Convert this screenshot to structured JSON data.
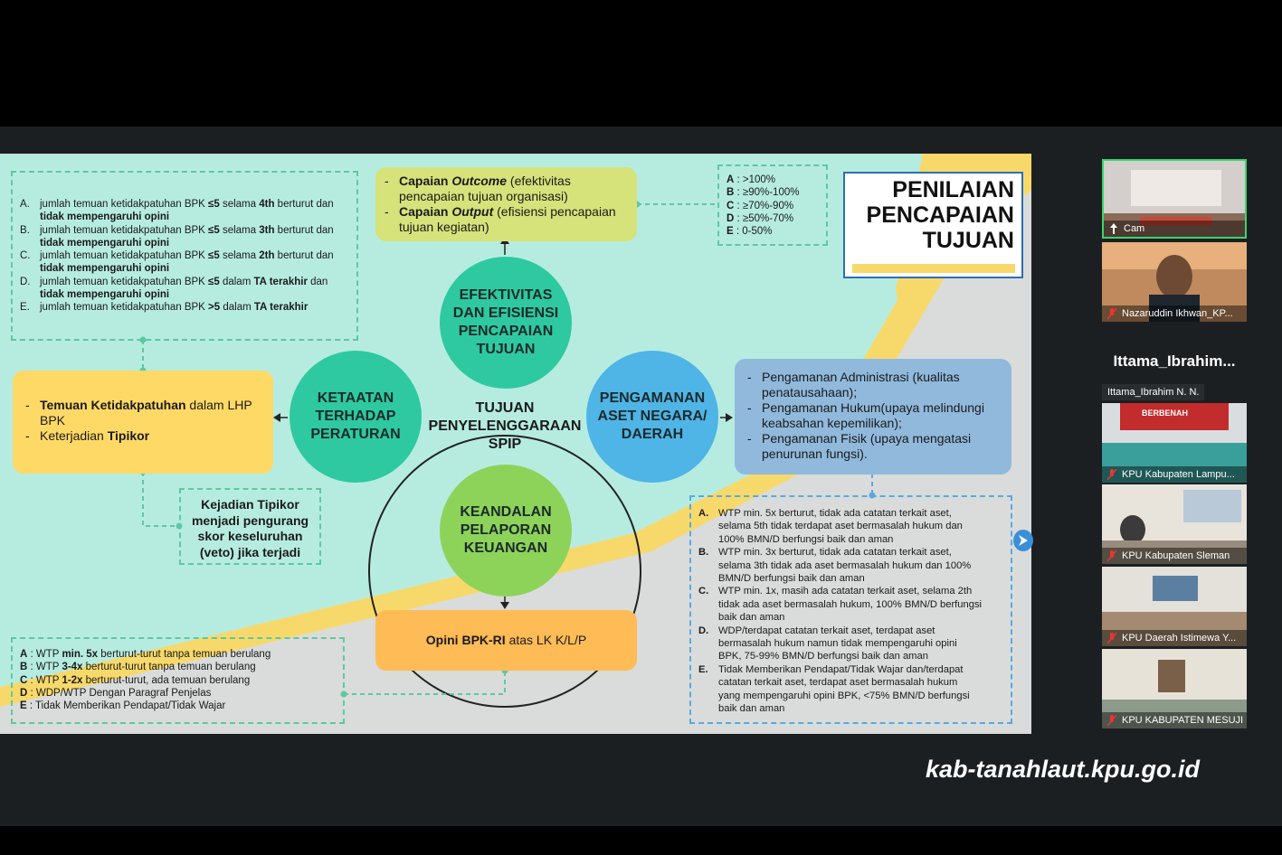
{
  "slide": {
    "title_lines": [
      "PENILAIAN",
      "PENCAPAIAN",
      "TUJUAN"
    ],
    "top_left_list": [
      {
        "k": "A.",
        "pre": "jumlah temuan ketidakpatuhan BPK ",
        "b1": "≤5",
        "mid": " selama ",
        "b2": "4th",
        "post": " berturut dan",
        "line2": "tidak mempengaruhi opini"
      },
      {
        "k": "B.",
        "pre": "jumlah temuan ketidakpatuhan BPK ",
        "b1": "≤5",
        "mid": " selama ",
        "b2": "3th",
        "post": " berturut dan",
        "line2": "tidak mempengaruhi opini"
      },
      {
        "k": "C.",
        "pre": "jumlah temuan ketidakpatuhan BPK ",
        "b1": "≤5",
        "mid": " selama ",
        "b2": "2th",
        "post": " berturut dan",
        "line2": "tidak mempengaruhi opini"
      },
      {
        "k": "D.",
        "pre": "jumlah temuan ketidakpatuhan BPK ",
        "b1": "≤5",
        "mid": " dalam ",
        "b2": "TA terakhir",
        "post": " dan",
        "line2": "tidak mempengaruhi opini"
      },
      {
        "k": "E.",
        "pre": "jumlah temuan ketidakpatuhan BPK ",
        "b1": ">5",
        "mid": " dalam ",
        "b2": "TA terakhir",
        "post": "",
        "line2": ""
      }
    ],
    "top_box": [
      {
        "b": "Capaian ",
        "bi": "Outcome",
        "rest": " (efektivitas",
        "line2": "pencapaian tujuan organisasi)"
      },
      {
        "b": "Capaian ",
        "bi": "Output",
        "rest": " (efisiensi pencapaian",
        "line2": "tujuan kegiatan)"
      }
    ],
    "score_top": [
      {
        "k": "A",
        "v": " : >100%"
      },
      {
        "k": "B",
        "v": " : ≥90%-100%"
      },
      {
        "k": "C",
        "v": " : ≥70%-90%"
      },
      {
        "k": "D",
        "v": " : ≥50%-70%"
      },
      {
        "k": "E",
        "v": " : 0-50%"
      }
    ],
    "circles": {
      "top": "EFEKTIVITAS DAN EFISIENSI PENCAPAIAN TUJUAN",
      "left": "KETAATAN TERHADAP PERATURAN",
      "right": "PENGAMANAN ASET NEGARA/ DAERAH",
      "bottom": "KEANDALAN PELAPORAN KEUANGAN"
    },
    "center_text": "TUJUAN PENYELENGGARAAN SPIP",
    "left_box": [
      {
        "b": "Temuan Ketidakpatuhan",
        "rest": " dalam LHP BPK"
      },
      {
        "pre": "Keterjadian ",
        "b": "Tipikor"
      }
    ],
    "tipikor_box": "Kejadian Tipikor menjadi pengurang skor keseluruhan (veto) jika terjadi",
    "right_box": [
      "Pengamanan Administrasi (kualitas penatausahaan);",
      "Pengamanan Hukum(upaya melindungi keabsahan kepemilikan);",
      "Pengamanan Fisik (upaya mengatasi penurunan fungsi)."
    ],
    "bottom_box": {
      "b": "Opini BPK-RI",
      "rest": " atas LK K/L/P"
    },
    "bottom_left_list": [
      {
        "k": "A",
        "pre": " : WTP ",
        "b": "min. 5x",
        "post": " berturut-turut tanpa temuan berulang"
      },
      {
        "k": "B",
        "pre": " : WTP ",
        "b": "3-4x",
        "post": " berturut-turut tanpa temuan berulang"
      },
      {
        "k": "C",
        "pre": " : WTP ",
        "b": "1-2x",
        "post": " berturut-turut, ada temuan berulang"
      },
      {
        "k": "D",
        "pre": " : WDP/WTP Dengan Paragraf Penjelas",
        "b": "",
        "post": ""
      },
      {
        "k": "E",
        "pre": " : Tidak Memberikan Pendapat/Tidak Wajar",
        "b": "",
        "post": ""
      }
    ],
    "right_list_html_free": [
      {
        "k": "A.",
        "lines": [
          "WTP min. 5x berturut, tidak ada catatan terkait aset,",
          "selama 5th tidak terdapat aset bermasalah hukum dan",
          "100% BMN/D berfungsi baik dan aman"
        ]
      },
      {
        "k": "B.",
        "lines": [
          "WTP min. 3x berturut, tidak ada catatan terkait aset,",
          "selama 3th tidak ada aset bermasalah hukum dan 100%",
          "BMN/D berfungsi baik dan aman"
        ]
      },
      {
        "k": "C.",
        "lines": [
          "WTP min. 1x, masih ada catatan terkait aset, selama 2th",
          "tidak ada aset bermasalah hukum, 100% BMN/D berfungsi",
          "baik dan aman"
        ]
      },
      {
        "k": "D.",
        "lines": [
          "WDP/terdapat catatan terkait aset, terdapat aset",
          "bermasalah hukum namun tidak mempengaruhi opini",
          "BPK, 75-99% BMN/D berfungsi baik dan aman"
        ]
      },
      {
        "k": "E.",
        "lines": [
          "Tidak Memberikan Pendapat/Tidak Wajar dan/terdapat",
          "catatan terkait aset, terdapat aset bermasalah hukum",
          "yang mempengaruhi opini BPK, <75% BMN/D berfungsi",
          "baik dan aman"
        ]
      }
    ]
  },
  "sidebar": {
    "tiles": [
      {
        "label": "Cam"
      },
      {
        "label": "Nazaruddin Ikhwan_KP..."
      },
      {
        "label": "KPU Kabupaten Lampu..."
      },
      {
        "label": "KPU Kabupaten Sleman"
      },
      {
        "label": "KPU Daerah Istimewa Y..."
      },
      {
        "label": "KPU KABUPATEN MESUJI"
      }
    ],
    "speaker_heading": "Ittama_Ibrahim...",
    "speaker_label": "Ittama_Ibrahim N. N.",
    "banner_text": "BERBENAH"
  },
  "watermark": "kab-tanahlaut.kpu.go.id",
  "colors": {
    "slide_bg": "#b6ece0",
    "circle_green": "#2ec9a0",
    "circle_blue": "#4fb4e6",
    "circle_lime": "#8dd35a",
    "box_yellow": "#ffd966",
    "box_lime": "#d6e27a",
    "box_orange": "#ffbb55",
    "box_blue": "#90b9dc",
    "accent_yellow": "#f7d96b",
    "title_border": "#2f6db5"
  }
}
